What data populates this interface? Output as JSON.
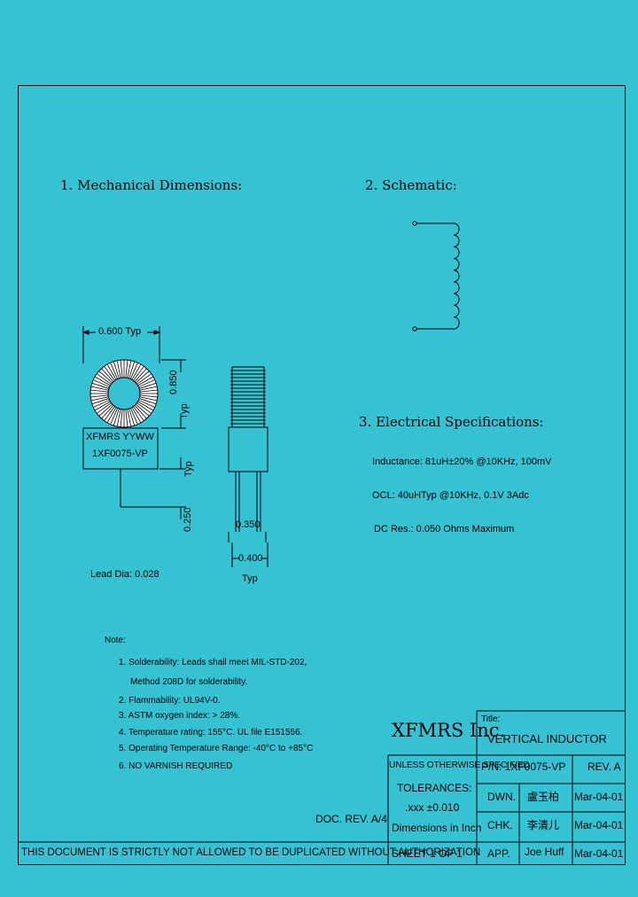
{
  "sections": {
    "mechanical": "1. Mechanical Dimensions:",
    "schematic": "2. Schematic:",
    "electrical": "3. Electrical   Specifications:"
  },
  "mechanical": {
    "width_label": "0.600 Typ",
    "height_value": "0.850",
    "height_typ": "Typ",
    "marking_line1": "XFMRS YYWW",
    "marking_line2": "1XF0075-VP",
    "lead_length_value": "0.250",
    "lead_length_typ": "Typ",
    "lead_dia": "Lead Dia: 0.028",
    "body_width": "0.350",
    "lead_spacing": "0.400",
    "lead_spacing_typ": "Typ"
  },
  "electrical": {
    "inductance": "Inductance: 81uH±20% @10KHz, 100mV",
    "ocl": "OCL: 40uHTyp @10KHz, 0.1V  3Adc",
    "dcr": "DC Res.: 0.050 Ohms Maximum"
  },
  "notes": {
    "title": "Note:",
    "items": [
      "1. Solderability: Leads shall meet MIL-STD-202,",
      "Method 208D for solderability.",
      "2. Flammability: UL94V-0.",
      "3. ASTM oxygen index: > 28%.",
      "4. Temperature rating: 155°C. UL file E151556.",
      "5. Operating Temperature Range: -40°C to +85°C",
      "6. NO VARNISH REQUIRED"
    ]
  },
  "title_block": {
    "company": "XFMRS Inc.",
    "title_label": "Title:",
    "title": "VERTICAL INDUCTOR",
    "unless": "UNLESS OTHERWISE SPECIFIED",
    "pn": "P/N: 1XF0075-VP",
    "rev": "REV. A",
    "tolerances": "TOLERANCES:",
    "tol_value": ".xxx ±0.010",
    "dims": "Dimensions in Inch",
    "dwn_label": "DWN.",
    "dwn_name": "盧玉柏",
    "dwn_date": "Mar-04-01",
    "chk_label": "CHK.",
    "chk_name": "李清儿",
    "chk_date": "Mar-04-01",
    "app_label": "APP.",
    "app_name": "Joe Huff",
    "app_date": "Mar-04-01",
    "doc_rev": "DOC. REV. A/4",
    "sheet": "SHEET  1  OF  1",
    "warning": "THIS DOCUMENT IS STRICTLY NOT ALLOWED TO BE DUPLICATED WITHOUT AUTHORIZATION"
  }
}
